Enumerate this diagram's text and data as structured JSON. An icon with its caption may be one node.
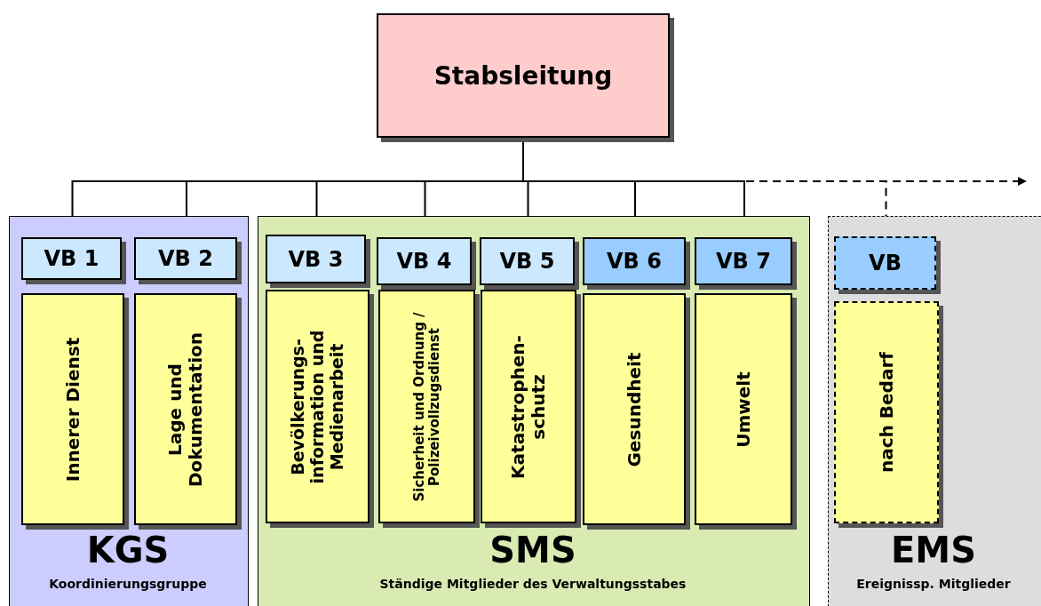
{
  "diagram": {
    "nodes": [
      {
        "text": [
          "Stabsleitung"
        ]
      },
      {
        "text": [
          "KGS",
          "Koordinierungsgruppe"
        ]
      },
      {
        "text": [
          "VB 1"
        ],
        "in": 1
      },
      {
        "text": [
          "Innerer Dienst"
        ],
        "in": 1
      },
      {
        "text": [
          "VB 2"
        ],
        "in": 1
      },
      {
        "text": [
          "Lage und Dokumentation"
        ],
        "in": 1
      },
      {
        "text": [
          "SMS",
          "Ständige Mitglieder des Verwaltungsstabes"
        ]
      },
      {
        "text": [
          "VB 3"
        ],
        "in": 6
      },
      {
        "text": [
          "Bevölkerungs- information und Medienarbeit"
        ],
        "in": 6
      },
      {
        "text": [
          "VB 4"
        ],
        "in": 6
      },
      {
        "text": [
          "Sicherheit und Ordnung / Polizeivollzugsdienst"
        ],
        "in": 6
      },
      {
        "text": [
          "VB 5"
        ],
        "in": 6
      },
      {
        "text": [
          "Katastrophen- schutz"
        ],
        "in": 6
      },
      {
        "text": [
          "VB 6"
        ],
        "in": 6
      },
      {
        "text": [
          "Gesundheit"
        ],
        "in": 6
      },
      {
        "text": [
          "VB 7"
        ],
        "in": 6
      },
      {
        "text": [
          "Umwelt"
        ],
        "in": 6
      },
      {
        "text": [
          "EMS",
          "Ereignissp. Mitglieder"
        ]
      },
      {
        "text": [
          "VB"
        ],
        "in": 17
      },
      {
        "text": [
          "nach Bedarf"
        ],
        "in": 17
      }
    ],
    "edges": [
      {
        "from": 0,
        "to": null,
        "arrow": "to",
        "style": "dashed"
      },
      {
        "from": 0,
        "to": 2,
        "arrow": "none"
      },
      {
        "from": 0,
        "to": 4,
        "arrow": "none"
      },
      {
        "from": 0,
        "to": 7,
        "arrow": "none"
      },
      {
        "from": 0,
        "to": 9,
        "arrow": "none"
      },
      {
        "from": 0,
        "to": 11,
        "arrow": "none"
      },
      {
        "from": 0,
        "to": 13,
        "arrow": "none"
      },
      {
        "from": 0,
        "to": 15,
        "arrow": "none"
      },
      {
        "from": 0,
        "to": 18,
        "arrow": "none",
        "style": "dashed"
      }
    ]
  }
}
